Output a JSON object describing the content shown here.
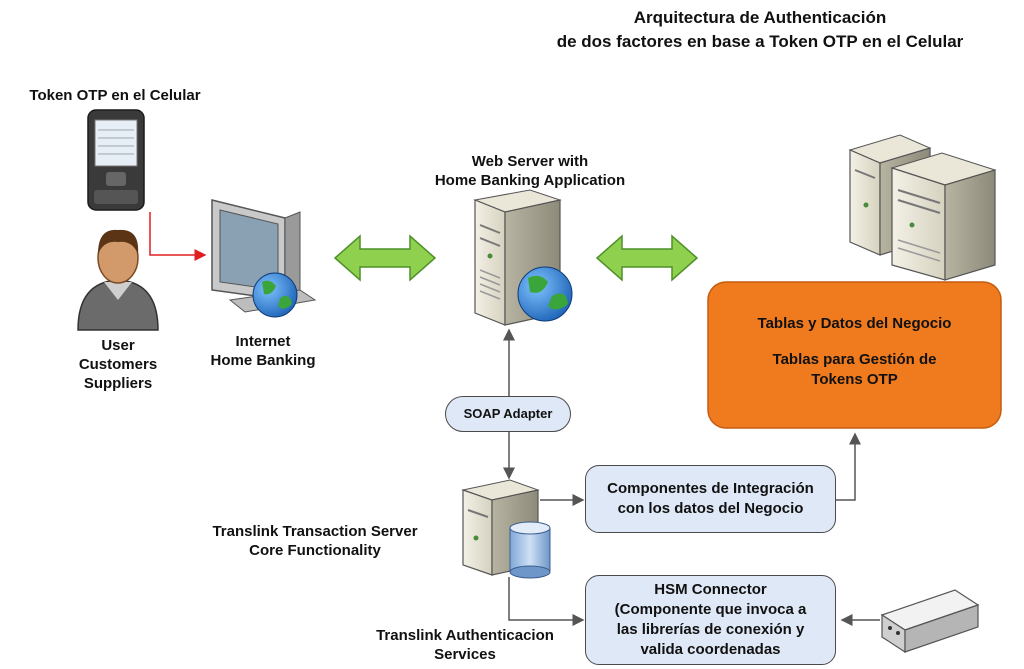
{
  "title": {
    "line1": "Arquitectura de Authenticación",
    "line2": "de dos factores en base a Token OTP en el Celular"
  },
  "nodes": {
    "phone_label": "Token OTP en el Celular",
    "user_labels": [
      "User",
      "Customers",
      "Suppliers"
    ],
    "internet_labels": [
      "Internet",
      "Home Banking"
    ],
    "webserver_labels": [
      "Web Server with",
      "Home Banking Application"
    ],
    "soap_adapter": "SOAP Adapter",
    "business_box": {
      "line1": "Tablas y Datos del Negocio",
      "line2": "Tablas para Gestión de",
      "line3": "Tokens OTP"
    },
    "integration_box": [
      "Componentes de Integración",
      "con los datos del Negocio"
    ],
    "hsm_box": [
      "HSM Connector",
      "(Componente que invoca a",
      "las librerías de conexión y",
      "valida coordenadas"
    ],
    "transaction_labels": [
      "Translink Transaction Server",
      "Core Functionality"
    ],
    "auth_labels": [
      "Translink Authenticacion",
      "Services"
    ]
  },
  "colors": {
    "arrow_green": "#8fd14f",
    "arrow_green_stroke": "#4f8f2a",
    "business_orange": "#f07a1e",
    "pill_blue": "#dfe8f6",
    "connector_red": "#e02020",
    "connector_gray": "#555555"
  },
  "icons": [
    "phone-icon",
    "user-icon",
    "monitor-icon",
    "globe-icon",
    "server-icon",
    "database-icon",
    "hsm-device-icon"
  ]
}
